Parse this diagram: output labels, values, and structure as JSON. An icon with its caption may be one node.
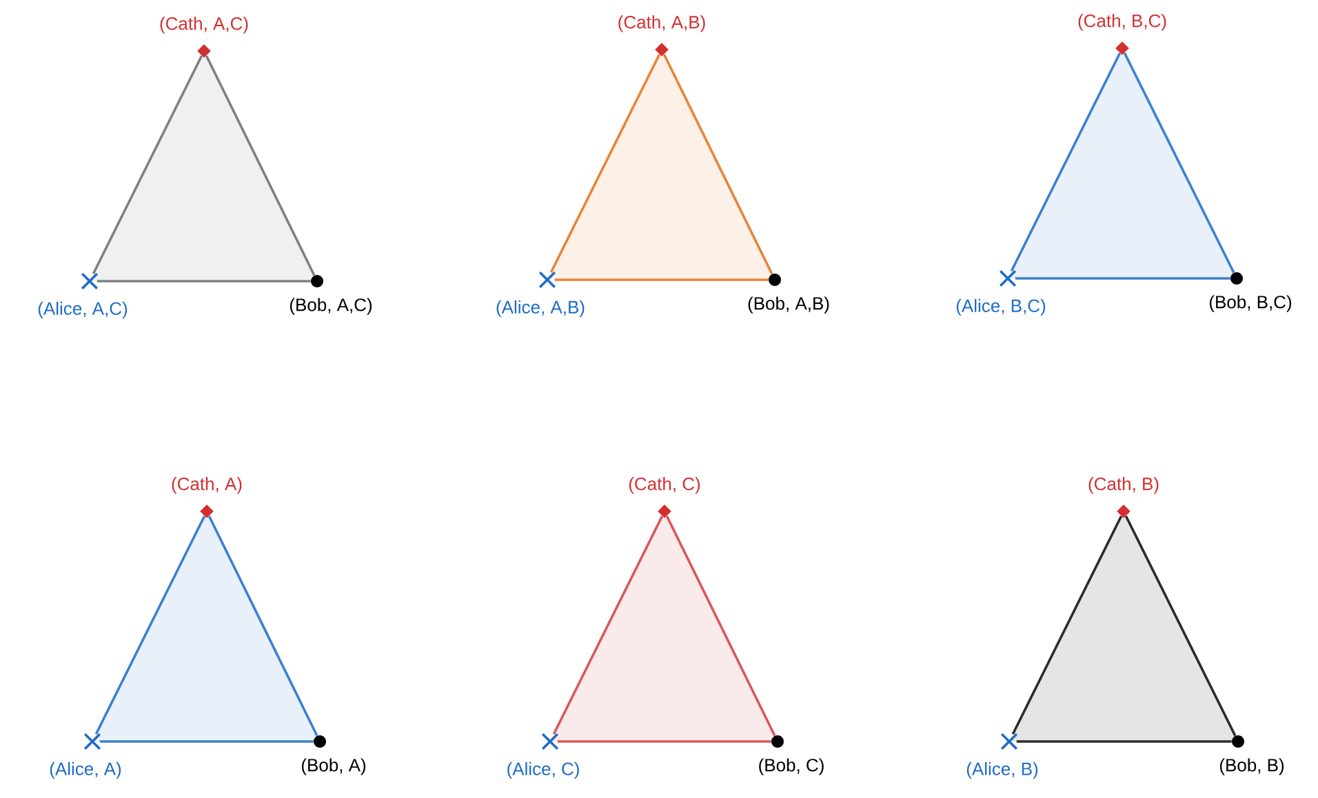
{
  "diagram": {
    "nodes": [
      {
        "text": [
          "(Cath, A,C)"
        ]
      },
      {
        "text": [
          "(Alice, A,C)"
        ]
      },
      {
        "text": [
          "(Bob, A,C)"
        ]
      },
      {
        "text": [
          "(Cath, A,B)"
        ]
      },
      {
        "text": [
          "(Alice, A,B)"
        ]
      },
      {
        "text": [
          "(Bob, A,B)"
        ]
      },
      {
        "text": [
          "(Cath, B,C)"
        ]
      },
      {
        "text": [
          "(Alice, B,C)"
        ]
      },
      {
        "text": [
          "(Bob, B,C)"
        ]
      },
      {
        "text": [
          "(Cath, A)"
        ]
      },
      {
        "text": [
          "(Alice, A)"
        ]
      },
      {
        "text": [
          "(Bob, A)"
        ]
      },
      {
        "text": [
          "(Cath, C)"
        ]
      },
      {
        "text": [
          "(Alice, C)"
        ]
      },
      {
        "text": [
          "(Bob, C)"
        ]
      },
      {
        "text": [
          "(Cath, B)"
        ]
      },
      {
        "text": [
          "(Alice, B)"
        ]
      },
      {
        "text": [
          "(Bob, B)"
        ]
      }
    ],
    "edges": [
      {
        "from": 1,
        "to": 2,
        "arrow": "none",
        "color": "#808080"
      },
      {
        "from": 2,
        "to": 0,
        "arrow": "none",
        "color": "#808080"
      },
      {
        "from": 0,
        "to": 1,
        "arrow": "none",
        "color": "#808080"
      },
      {
        "from": 4,
        "to": 5,
        "arrow": "none",
        "color": "#e6843a"
      },
      {
        "from": 5,
        "to": 3,
        "arrow": "none",
        "color": "#e6843a"
      },
      {
        "from": 3,
        "to": 4,
        "arrow": "none",
        "color": "#e6843a"
      },
      {
        "from": 7,
        "to": 8,
        "arrow": "none",
        "color": "#3f7fcf"
      },
      {
        "from": 8,
        "to": 6,
        "arrow": "none",
        "color": "#3f7fcf"
      },
      {
        "from": 6,
        "to": 7,
        "arrow": "none",
        "color": "#3f7fcf"
      },
      {
        "from": 10,
        "to": 11,
        "arrow": "none",
        "color": "#3f7fcf"
      },
      {
        "from": 11,
        "to": 9,
        "arrow": "none",
        "color": "#3f7fcf"
      },
      {
        "from": 9,
        "to": 10,
        "arrow": "none",
        "color": "#3f7fcf"
      },
      {
        "from": 13,
        "to": 14,
        "arrow": "none",
        "color": "#d9585c"
      },
      {
        "from": 14,
        "to": 12,
        "arrow": "none",
        "color": "#d9585c"
      },
      {
        "from": 12,
        "to": 13,
        "arrow": "none",
        "color": "#d9585c"
      },
      {
        "from": 16,
        "to": 17,
        "arrow": "none",
        "color": "#2b2b2b"
      },
      {
        "from": 17,
        "to": 15,
        "arrow": "none",
        "color": "#2b2b2b"
      },
      {
        "from": 15,
        "to": 16,
        "arrow": "none",
        "color": "#2b2b2b"
      }
    ]
  }
}
